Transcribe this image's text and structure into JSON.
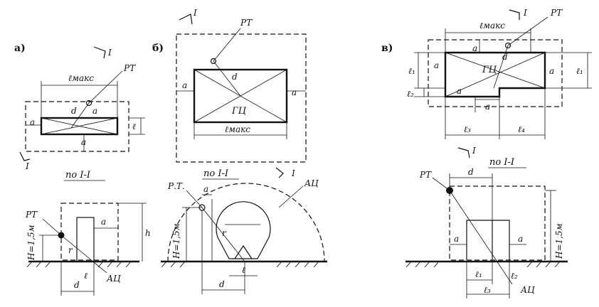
{
  "panels": {
    "a": {
      "letter": "а)",
      "section_mark": "I",
      "section_mark_lower": "I",
      "l_max": "ℓмакс",
      "pt": "РТ",
      "d": "d",
      "a_left": "a",
      "a_top": "a",
      "a_bottom": "a",
      "l_side": "ℓ",
      "section_title": "по I-I",
      "elev_pt": "РТ",
      "elev_h": "H=1,5м",
      "elev_a": "a",
      "elev_hh": "h",
      "elev_r": "r",
      "elev_l": "ℓ",
      "elev_d": "d",
      "elev_ac": "АЦ"
    },
    "b": {
      "letter": "б)",
      "section_mark": "I",
      "section_mark_lower": "I",
      "pt": "РТ",
      "d": "d",
      "gc": "ГЦ",
      "a_left": "a",
      "a_right": "a",
      "l_max": "ℓмакс",
      "section_title": "по I-I",
      "elev_pt": "Р.Т.",
      "elev_a": "a",
      "elev_ac": "АЦ",
      "elev_h": "H=1,5м",
      "elev_r": "r",
      "elev_l": "ℓ",
      "elev_d": "d"
    },
    "c": {
      "letter": "в)",
      "section_mark": "I",
      "section_mark_lower": "I",
      "pt": "РТ",
      "l_max": "ℓмакс",
      "a_top": "a",
      "d": "d",
      "gc": "ГЦ",
      "a_left": "a",
      "a_right": "a",
      "a_inner": "a",
      "a_step": "a",
      "l1": "ℓ₁",
      "l2": "ℓ₂",
      "l3": "ℓ₃",
      "l4": "ℓ₄",
      "section_title": "по I-I",
      "elev_pt": "РТ",
      "elev_d": "d",
      "elev_h": "H=1,5м",
      "elev_a_left": "a",
      "elev_a_right": "a",
      "elev_l1": "ℓ₁",
      "elev_l2": "ℓ₂",
      "elev_l3": "ℓ₃",
      "elev_ac": "АЦ"
    }
  }
}
